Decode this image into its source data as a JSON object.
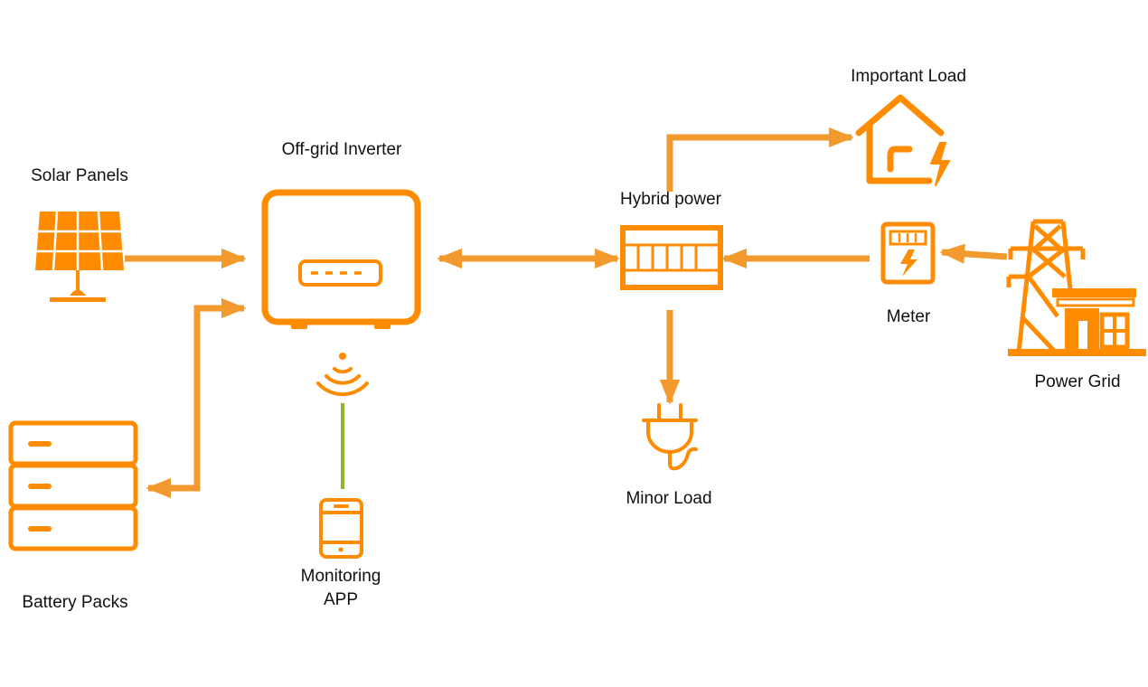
{
  "colors": {
    "accent": "#FF8C00",
    "arrow": "#F39A2E",
    "link": "#8DB82A",
    "text": "#111111"
  },
  "labels": {
    "solar_panels": "Solar Panels",
    "off_grid_inverter": "Off-grid Inverter",
    "battery_packs": "Battery Packs",
    "monitoring_app_line1": "Monitoring",
    "monitoring_app_line2": "APP",
    "hybrid_power": "Hybrid power",
    "important_load": "Important Load",
    "minor_load": "Minor Load",
    "meter": "Meter",
    "power_grid": "Power Grid"
  },
  "icons": [
    "solar-panel-icon",
    "inverter-icon",
    "battery-icon",
    "wifi-icon",
    "phone-icon",
    "distribution-box-icon",
    "house-icon",
    "plug-icon",
    "meter-icon",
    "transmission-tower-icon"
  ]
}
